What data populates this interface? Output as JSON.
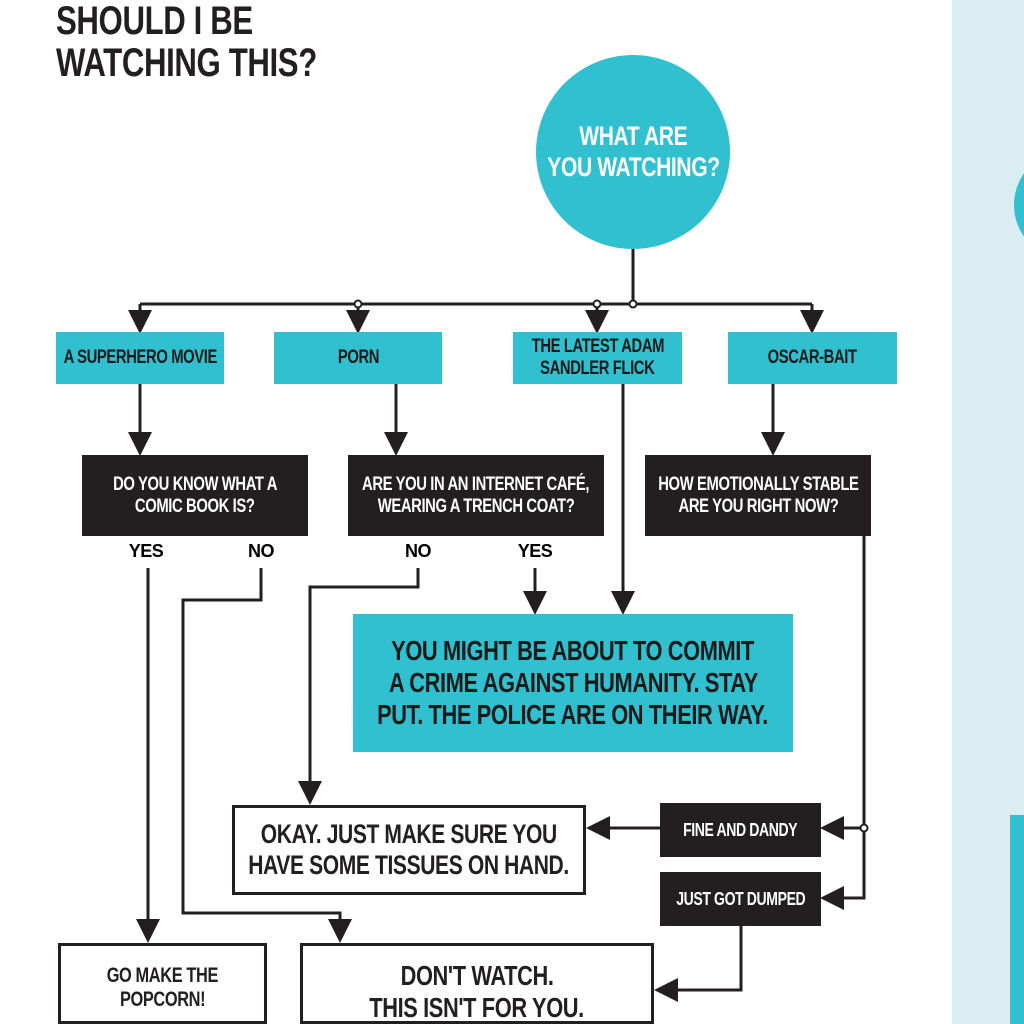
{
  "title": {
    "line1": "SHOULD I BE",
    "line2": "WATCHING THIS?"
  },
  "start": {
    "line1": "WHAT ARE",
    "line2": "YOU WATCHING?"
  },
  "options": [
    {
      "line1": "A SUPERHERO MOVIE",
      "line2": ""
    },
    {
      "line1": "PORN",
      "line2": ""
    },
    {
      "line1": "THE LATEST ADAM",
      "line2": "SANDLER FLICK"
    },
    {
      "line1": "OSCAR-BAIT",
      "line2": ""
    }
  ],
  "questions": [
    {
      "line1": "DO YOU KNOW WHAT A",
      "line2": "COMIC BOOK IS?"
    },
    {
      "line1": "ARE YOU IN AN INTERNET CAFÉ,",
      "line2": "WEARING A TRENCH COAT?"
    },
    {
      "line1": "HOW EMOTIONALLY STABLE",
      "line2": "ARE YOU RIGHT NOW?"
    }
  ],
  "answers": {
    "yes1": "YES",
    "no1": "NO",
    "no2": "NO",
    "yes2": "YES"
  },
  "crime": {
    "line1": "YOU MIGHT BE ABOUT TO COMMIT",
    "line2": "A CRIME AGAINST HUMANITY. STAY",
    "line3": "PUT. THE POLICE ARE ON THEIR WAY."
  },
  "tissues": {
    "line1": "OKAY. JUST MAKE SURE YOU",
    "line2": "HAVE SOME TISSUES ON HAND."
  },
  "fine": "FINE AND DANDY",
  "dumped": "JUST GOT DUMPED",
  "popcorn": {
    "line1": "GO MAKE THE",
    "line2": "POPCORN!"
  },
  "dont": {
    "line1": "DON'T WATCH.",
    "line2": "THIS ISN'T FOR YOU."
  },
  "colors": {
    "cyan": "#31c0cf",
    "black": "#231f20",
    "panel": "#daedf3"
  }
}
